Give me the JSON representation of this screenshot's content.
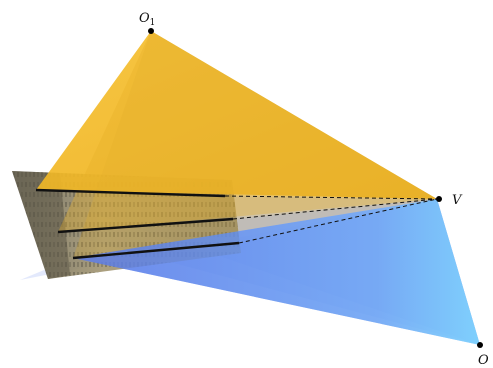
{
  "diagram": {
    "labels": {
      "o1_base": "O",
      "o1_sub": "1",
      "v": "V",
      "o2_visible": "O"
    }
  },
  "colors": {
    "triangle_top": "#F2B51E",
    "triangle_bottom": "#6FA8F5",
    "bottom_light": "#79D7FF",
    "image_strip": "#8C7F60",
    "ray_line": "#111111",
    "point": "#000000"
  }
}
